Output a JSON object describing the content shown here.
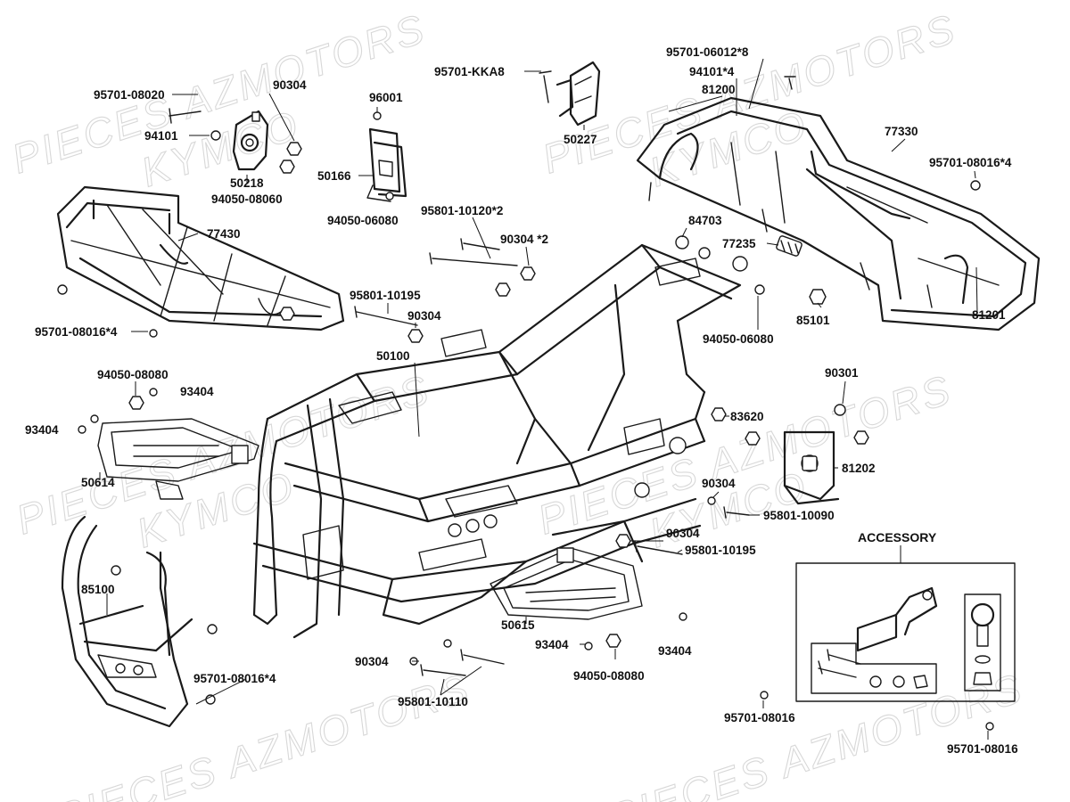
{
  "watermarks": [
    "PIECES AZMOTORS",
    "KYMCO"
  ],
  "accessory_title": "ACCESSORY",
  "labels": {
    "l_95701_08020": "95701-08020",
    "l_94101_a": "94101",
    "l_90304_a": "90304",
    "l_50218": "50218",
    "l_94050_08060": "94050-08060",
    "l_96001": "96001",
    "l_50166": "50166",
    "l_94050_06080_a": "94050-06080",
    "l_95701_kka8": "95701-KKA8",
    "l_50227": "50227",
    "l_95701_06012x8": "95701-06012*8",
    "l_94101x4": "94101*4",
    "l_81200": "81200",
    "l_77330": "77330",
    "l_95701_08016x4_a": "95701-08016*4",
    "l_77430": "77430",
    "l_95701_08016x4_b": "95701-08016*4",
    "l_95801_10120x2": "95801-10120*2",
    "l_90304x2": "90304 *2",
    "l_84703": "84703",
    "l_77235": "77235",
    "l_81201": "81201",
    "l_85101": "85101",
    "l_94050_06080_b": "94050-06080",
    "l_95801_10195_a": "95801-10195",
    "l_90304_b": "90304",
    "l_50100": "50100",
    "l_94050_08080_a": "94050-08080",
    "l_93404_a": "93404",
    "l_93404_b": "93404",
    "l_90301": "90301",
    "l_83620": "83620",
    "l_81202": "81202",
    "l_50614": "50614",
    "l_90304_c": "90304",
    "l_95801_10090": "95801-10090",
    "l_90304_d": "90304",
    "l_95801_10195_b": "95801-10195",
    "l_85100": "85100",
    "l_50615": "50615",
    "l_93404_c": "93404",
    "l_93404_d": "93404",
    "l_94050_08080_b": "94050-08080",
    "l_90304_e": "90304",
    "l_95801_10110": "95801-10110",
    "l_95701_08016x4_c": "95701-08016*4",
    "l_95701_08016_a": "95701-08016",
    "l_95701_08016_b": "95701-08016"
  }
}
